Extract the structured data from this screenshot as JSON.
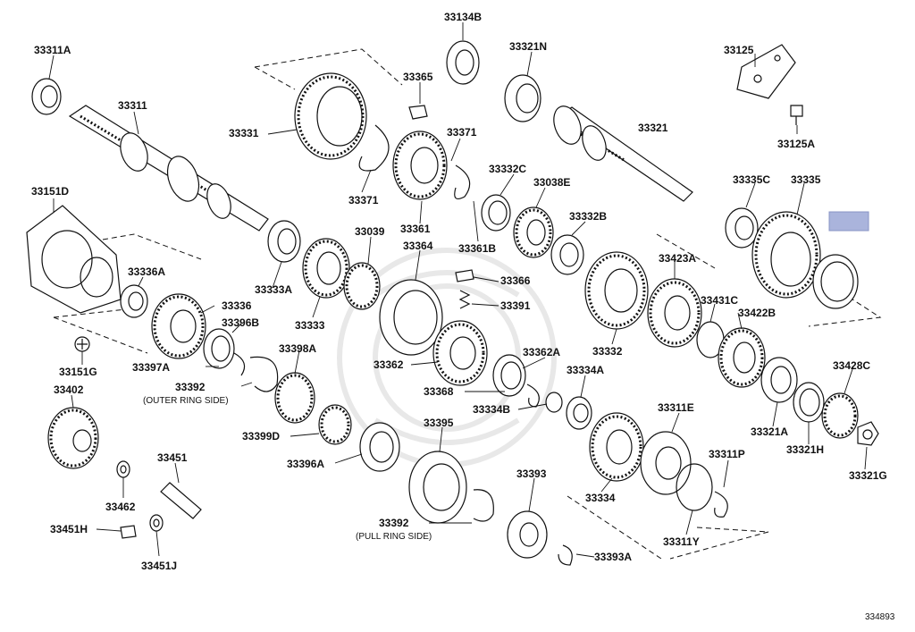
{
  "diagram_id": "334893",
  "highlight_color": "#aab4dc",
  "parts": [
    {
      "id": "p33311A",
      "label": "33311A"
    },
    {
      "id": "p33311",
      "label": "33311"
    },
    {
      "id": "p33331",
      "label": "33331"
    },
    {
      "id": "p33134B",
      "label": "33134B"
    },
    {
      "id": "p33365",
      "label": "33365"
    },
    {
      "id": "p33321N",
      "label": "33321N"
    },
    {
      "id": "p33125",
      "label": "33125"
    },
    {
      "id": "p33125A",
      "label": "33125A"
    },
    {
      "id": "p33371a",
      "label": "33371"
    },
    {
      "id": "p33371b",
      "label": "33371"
    },
    {
      "id": "p33321",
      "label": "33321"
    },
    {
      "id": "p33332C",
      "label": "33332C"
    },
    {
      "id": "p33038E",
      "label": "33038E"
    },
    {
      "id": "p33335C",
      "label": "33335C"
    },
    {
      "id": "p33335",
      "label": "33335"
    },
    {
      "id": "p33151D",
      "label": "33151D"
    },
    {
      "id": "p33361",
      "label": "33361"
    },
    {
      "id": "p33361B",
      "label": "33361B"
    },
    {
      "id": "p33332B",
      "label": "33332B"
    },
    {
      "id": "p33039",
      "label": "33039"
    },
    {
      "id": "p33364",
      "label": "33364"
    },
    {
      "id": "p33423A",
      "label": "33423A"
    },
    {
      "id": "p33336A",
      "label": "33336A"
    },
    {
      "id": "p33333A",
      "label": "33333A"
    },
    {
      "id": "p33366",
      "label": "33366"
    },
    {
      "id": "p33336",
      "label": "33336"
    },
    {
      "id": "p33391",
      "label": "33391"
    },
    {
      "id": "p33431C",
      "label": "33431C"
    },
    {
      "id": "p33422B",
      "label": "33422B"
    },
    {
      "id": "p33396B",
      "label": "33396B"
    },
    {
      "id": "p33333",
      "label": "33333"
    },
    {
      "id": "p33398A",
      "label": "33398A"
    },
    {
      "id": "p33151G",
      "label": "33151G"
    },
    {
      "id": "p33332",
      "label": "33332"
    },
    {
      "id": "p33362A",
      "label": "33362A"
    },
    {
      "id": "p33397A",
      "label": "33397A"
    },
    {
      "id": "p33362",
      "label": "33362"
    },
    {
      "id": "p33428C",
      "label": "33428C"
    },
    {
      "id": "p33334A",
      "label": "33334A"
    },
    {
      "id": "p33392a",
      "label": "33392"
    },
    {
      "id": "p33402",
      "label": "33402"
    },
    {
      "id": "p33368",
      "label": "33368"
    },
    {
      "id": "p33334B",
      "label": "33334B"
    },
    {
      "id": "p33311E",
      "label": "33311E"
    },
    {
      "id": "p33395",
      "label": "33395"
    },
    {
      "id": "p33321A",
      "label": "33321A"
    },
    {
      "id": "p33399D",
      "label": "33399D"
    },
    {
      "id": "p33321H",
      "label": "33321H"
    },
    {
      "id": "p33451",
      "label": "33451"
    },
    {
      "id": "p33396A",
      "label": "33396A"
    },
    {
      "id": "p33311P",
      "label": "33311P"
    },
    {
      "id": "p33321G",
      "label": "33321G"
    },
    {
      "id": "p33393",
      "label": "33393"
    },
    {
      "id": "p33334",
      "label": "33334"
    },
    {
      "id": "p33462",
      "label": "33462"
    },
    {
      "id": "p33392b",
      "label": "33392"
    },
    {
      "id": "p33451H",
      "label": "33451H"
    },
    {
      "id": "p33311Y",
      "label": "33311Y"
    },
    {
      "id": "p33393A",
      "label": "33393A"
    },
    {
      "id": "p33451J",
      "label": "33451J"
    }
  ],
  "notes": {
    "outer_ring_side": "(OUTER RING SIDE)",
    "pull_ring_side": "(PULL RING SIDE)"
  }
}
